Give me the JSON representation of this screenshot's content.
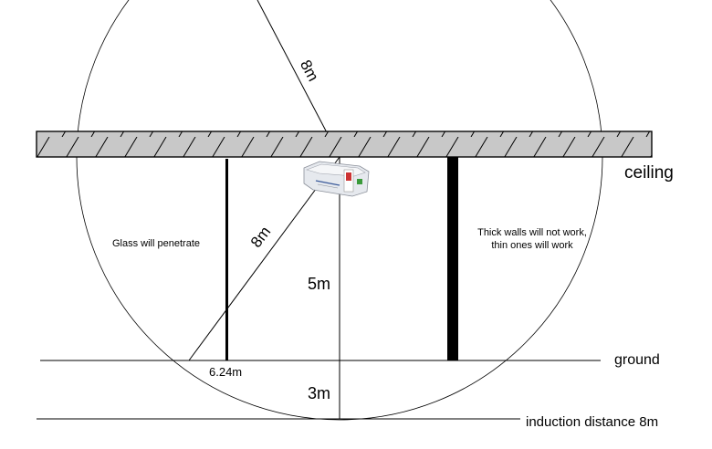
{
  "labels": {
    "radius_top": "8m",
    "radius_diagonal": "8m",
    "ceiling": "ceiling",
    "ground": "ground",
    "induction_distance": "induction distance 8m",
    "height_5m": "5m",
    "height_3m": "3m",
    "horizontal_624": "6.24m",
    "glass_note": "Glass will penetrate",
    "walls_note_line1": "Thick walls will not work,",
    "walls_note_line2": "thin ones will work"
  },
  "colors": {
    "ceiling_fill": "#c8c8c8",
    "line": "#000000",
    "sensor_body": "#e6e9ee",
    "sensor_accent_red": "#cc3333",
    "sensor_accent_green": "#3a9a3a"
  }
}
